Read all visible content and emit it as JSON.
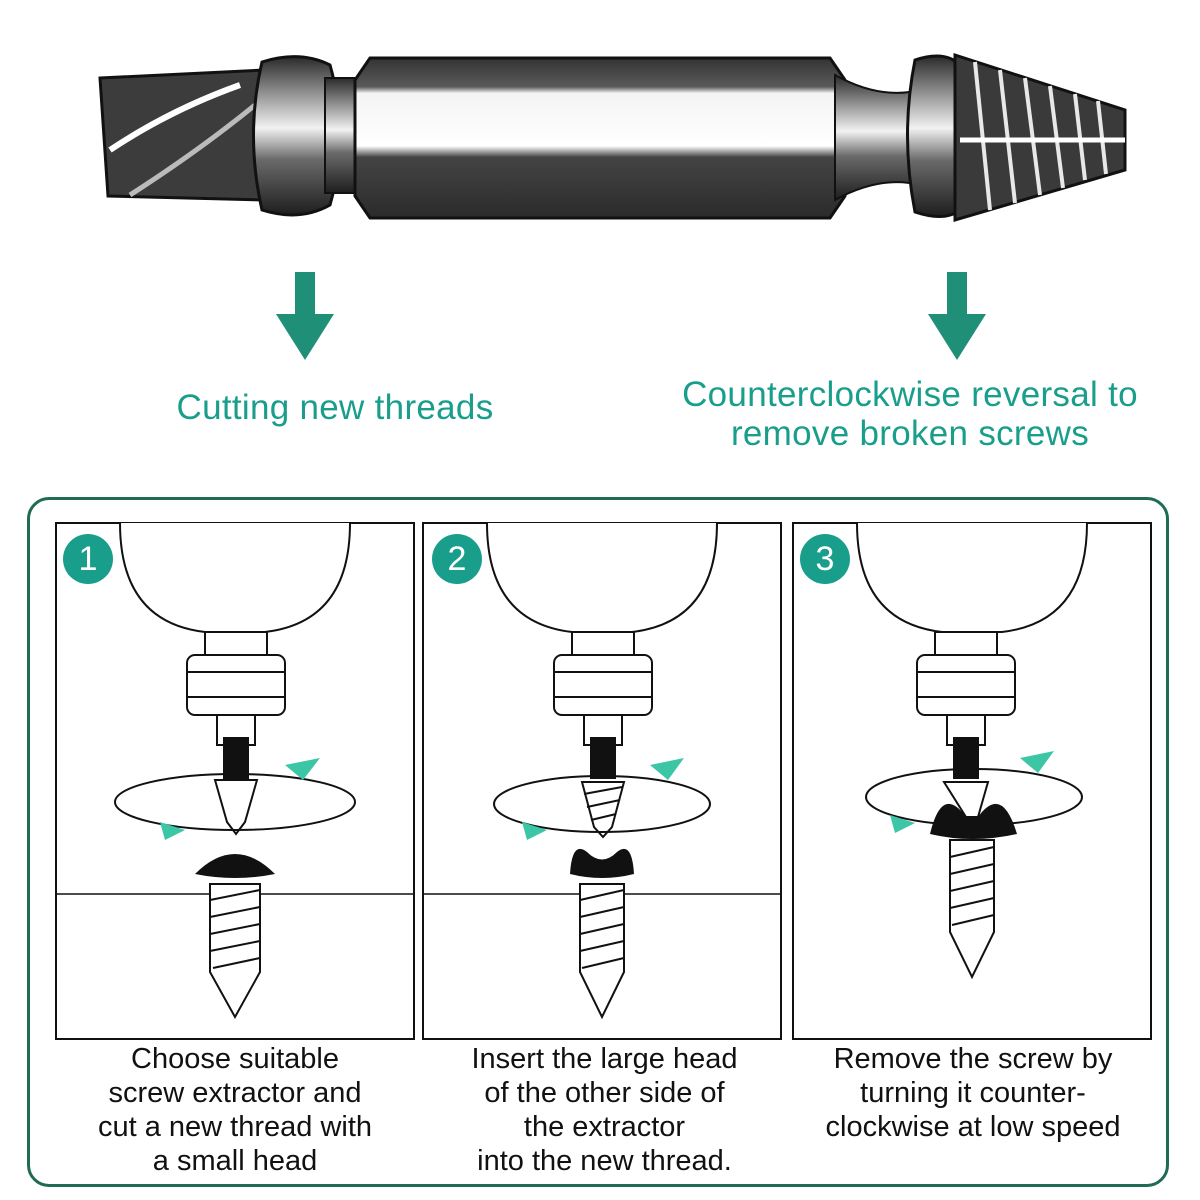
{
  "top_captions": {
    "left": "Cutting new threads",
    "right_line1": "Counterclockwise reversal to",
    "right_line2": "remove broken screws"
  },
  "steps": [
    {
      "number": "1",
      "caption": "Choose suitable\nscrew extractor and\ncut a new thread with\na small head"
    },
    {
      "number": "2",
      "caption": "Insert the large head\nof the other side of\nthe extractor\ninto the new thread."
    },
    {
      "number": "3",
      "caption": "Remove the screw by\nturning it counter-\nclockwise at low speed"
    }
  ],
  "colors": {
    "accent": "#1a9e8c",
    "frame": "#1f6b55",
    "arrow": "#1f8f77"
  }
}
